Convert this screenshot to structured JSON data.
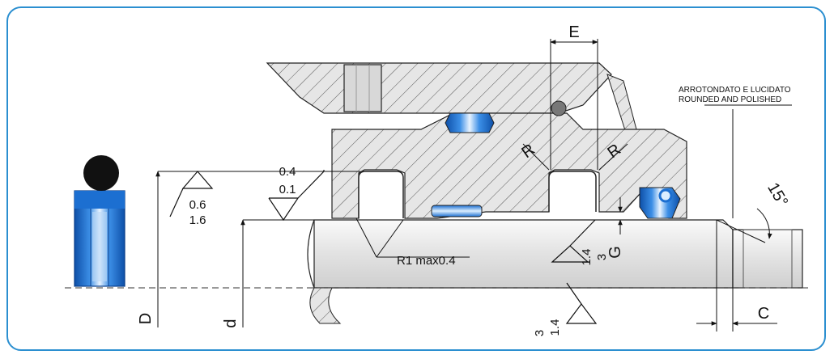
{
  "labels": {
    "E": "E",
    "R_left": "R",
    "R_right": "R",
    "rough_a_top": "0.4",
    "rough_a_bot": "0.1",
    "rough_b_top": "0.6",
    "rough_b_bot": "1.6",
    "radius": "R1 max0.4",
    "rough_c_top": "1.4",
    "rough_c_bot": "3",
    "G": "G",
    "rough_d_top": "3",
    "rough_d_bot": "1.4",
    "D": "D",
    "d": "d",
    "C": "C",
    "angle": "15°",
    "note_it": "ARROTONDATO E LUCIDATO",
    "note_en": "ROUNDED AND POLISHED"
  },
  "colors": {
    "frame": "#2b8fd0",
    "seal_blue": "#1c6fd1",
    "ring_black": "#111111",
    "rod_fill": "#eeeeee",
    "hatch": "#555555"
  }
}
